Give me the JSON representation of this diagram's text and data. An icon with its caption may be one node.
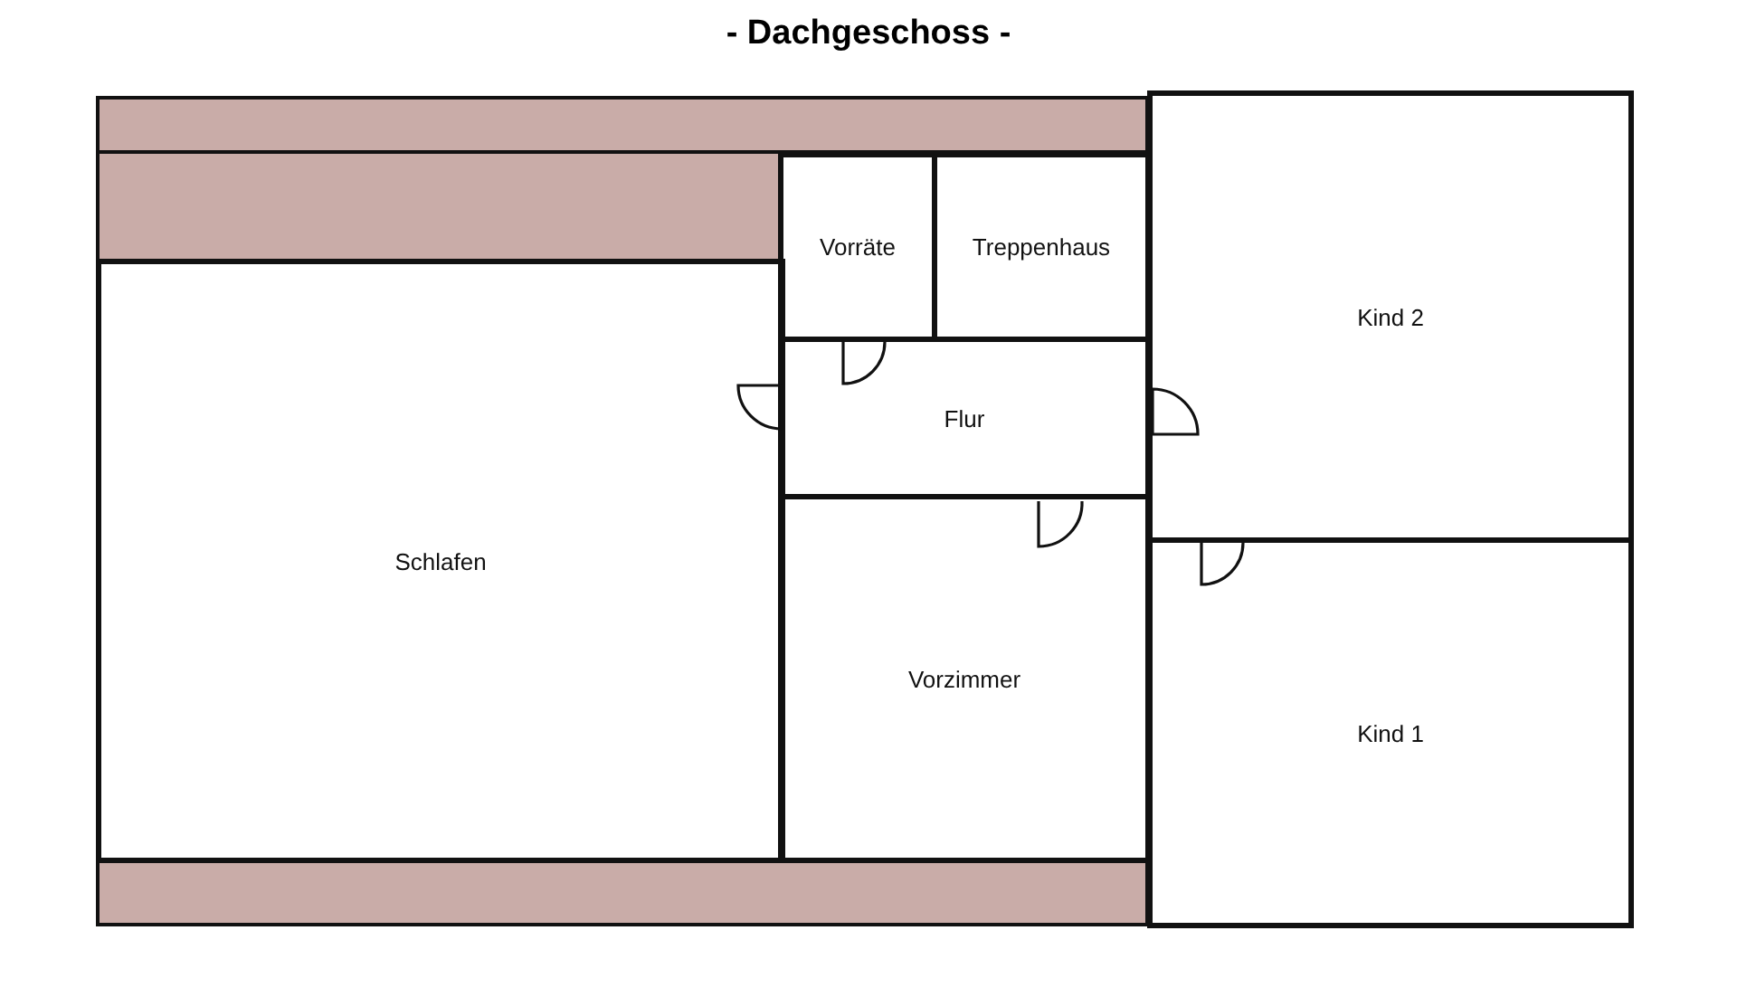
{
  "diagram": {
    "title": "- Dachgeschoss -",
    "nodes": [
      {
        "text": [
          "Schlafen"
        ]
      },
      {
        "text": [
          "Vorräte"
        ]
      },
      {
        "text": [
          "Treppenhaus"
        ]
      },
      {
        "text": [
          "Flur"
        ]
      },
      {
        "text": [
          "Vorzimmer"
        ]
      },
      {
        "text": [
          "Kind 2"
        ]
      },
      {
        "text": [
          "Kind 1"
        ]
      }
    ],
    "edges": []
  }
}
